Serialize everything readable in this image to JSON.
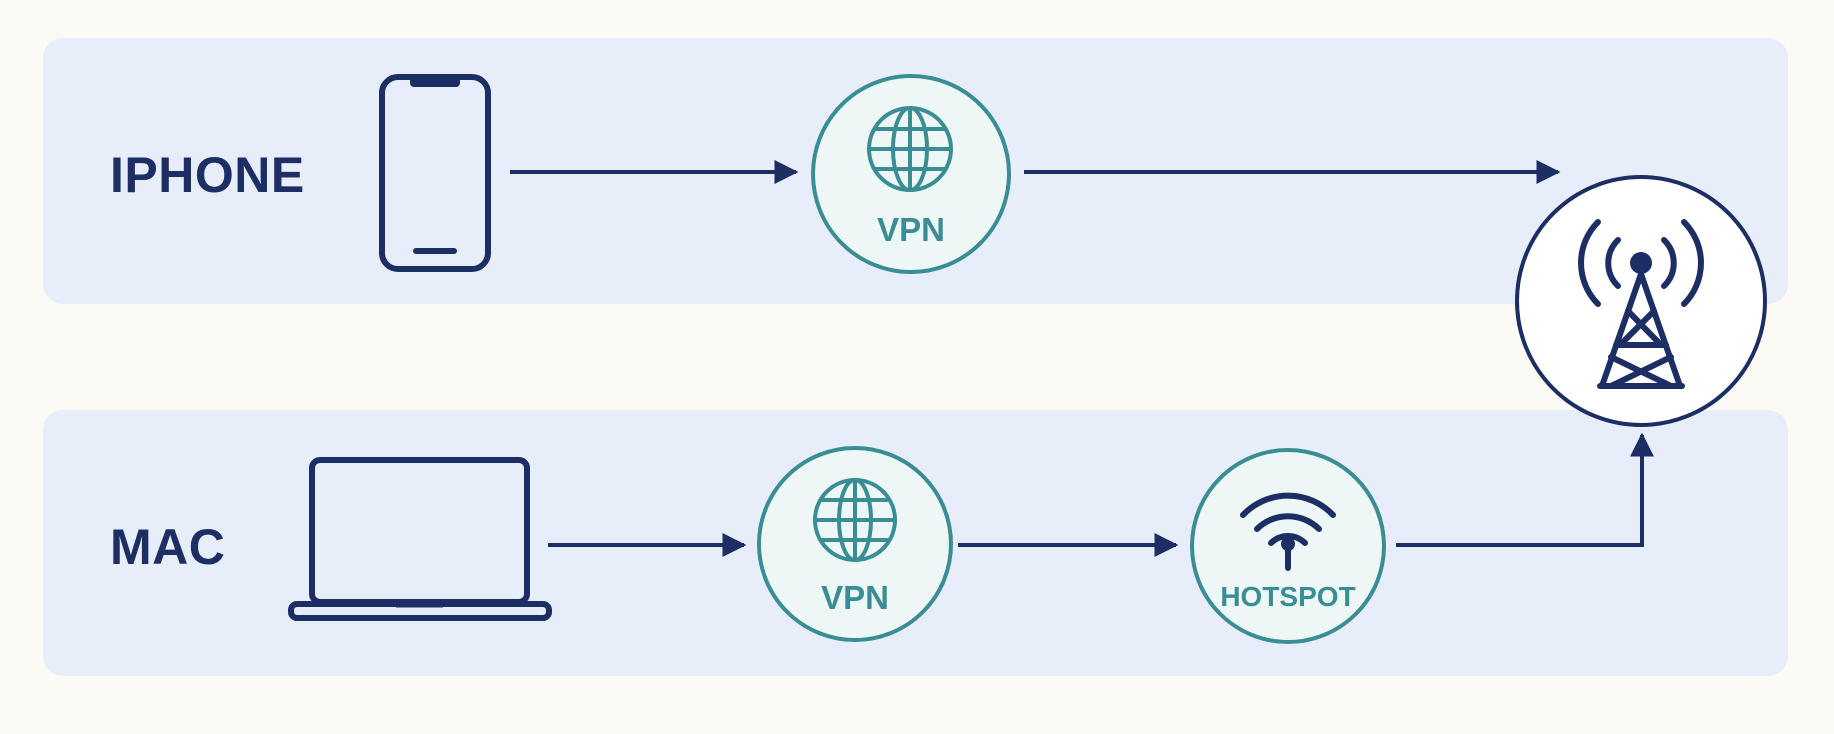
{
  "rows": [
    {
      "label": "IPHONE",
      "device_icon": "smartphone-icon"
    },
    {
      "label": "MAC",
      "device_icon": "laptop-icon"
    }
  ],
  "nodes": {
    "iphone_vpn": {
      "label": "VPN",
      "icon": "globe-icon"
    },
    "mac_vpn": {
      "label": "VPN",
      "icon": "globe-icon"
    },
    "mac_hotspot": {
      "label": "HOTSPOT",
      "icon": "wifi-icon"
    },
    "tower": {
      "icon": "cell-tower-icon"
    }
  },
  "colors": {
    "background": "#fbfaf4",
    "lane": "#e8eef9",
    "navy": "#1c2e63",
    "teal": "#3a8d95",
    "node_fill": "#edf7f5"
  }
}
